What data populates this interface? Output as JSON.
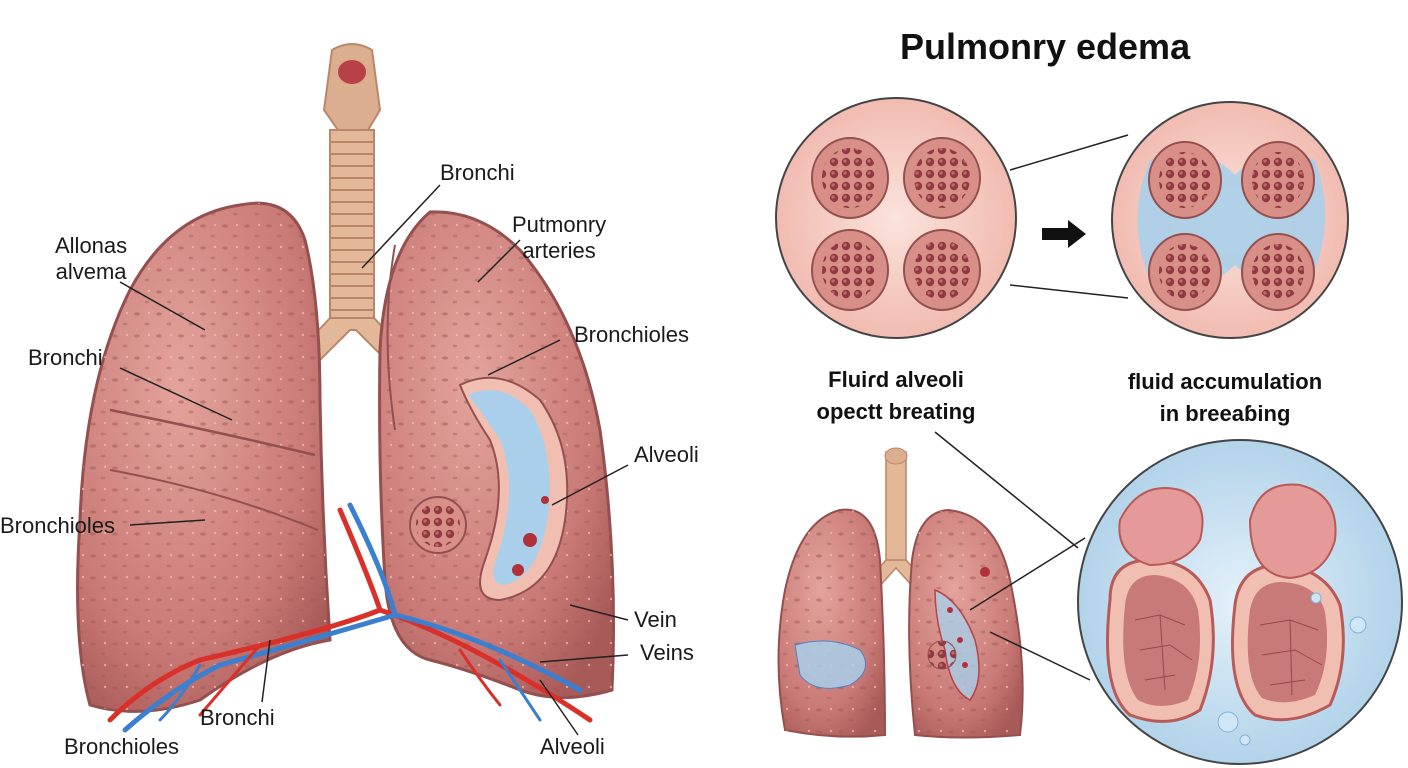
{
  "title": "Pulmonry edema",
  "left_labels": {
    "bronchi_top": "Bronchi",
    "putmonry_arteries": "Putmonry\narteries",
    "allonas_alvema": "Allonas\nalvema",
    "bronchioles_right": "Bronchioles",
    "bronchi_left": "Bronchi",
    "alveoli_right": "Alveoli",
    "bronchioles_left": "Bronchioles",
    "vein": "Vein",
    "veins": "Veins",
    "bronchi_bottom": "Bronchi",
    "bronchioles_bottom": "Bronchioles",
    "alveoli_bottom": "Alveoli"
  },
  "captions": {
    "normal": "Fluiɾd alveoli\nopectt breating",
    "edema": "fluid accumulation\nin breeaɓing"
  },
  "colors": {
    "lung": "#c97a76",
    "lung_dark": "#a85a58",
    "trachea": "#dcae90",
    "fluid": "#a9cfea",
    "artery": "#d9302a",
    "vein": "#3b7fd0",
    "alveolus": "#b0555a",
    "circle_bg": "#f5c9c0"
  }
}
